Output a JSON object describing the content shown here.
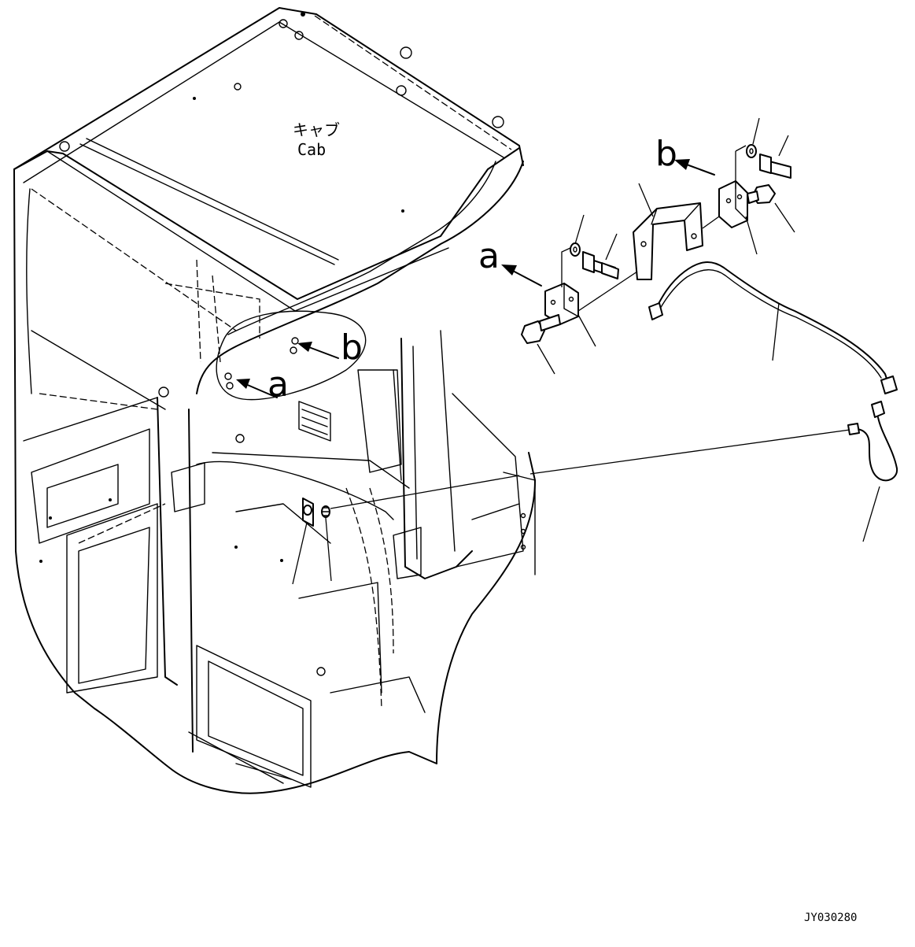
{
  "diagram": {
    "cab_label_jp": "キャブ",
    "cab_label_en": "Cab",
    "ref_a": "a",
    "ref_b": "b",
    "drawing_number": "JY030280"
  }
}
